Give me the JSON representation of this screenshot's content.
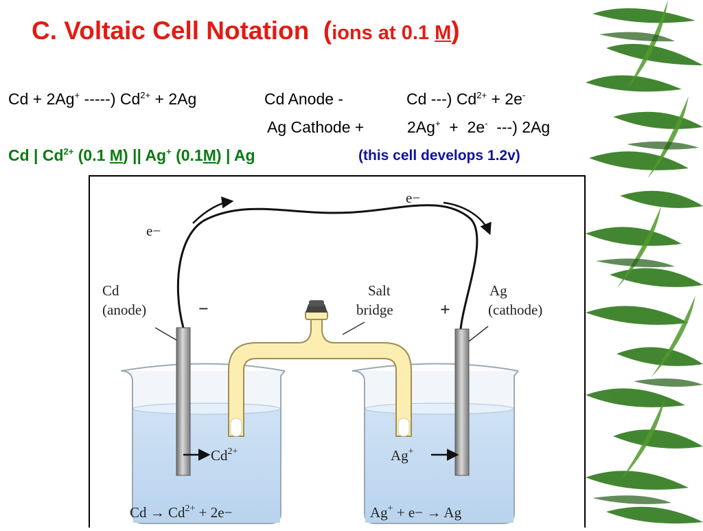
{
  "title": {
    "main": "C. Voltaic Cell Notation",
    "paren_open": "(",
    "paren_text": "ions at 0.1",
    "unit": "M",
    "paren_close": ")"
  },
  "line1": {
    "left": {
      "a": "Cd + 2Ag",
      "a_sup": "+",
      "b": " -----) Cd",
      "b_sup": "2+",
      "c": " + 2Ag"
    },
    "anode_label": "Cd Anode -",
    "anode_eq": {
      "a": "Cd ---) Cd",
      "a_sup": "2+",
      "b": " + 2e",
      "b_sup": "-"
    }
  },
  "line2": {
    "cathode_label": "Ag Cathode +",
    "cathode_eq": {
      "a": "2Ag",
      "a_sup": "+",
      "b": "  +  2e",
      "b_sup": "-",
      "c": "  ---) 2Ag"
    }
  },
  "line3": {
    "notation": {
      "a": "Cd | Cd",
      "a_sup": "2+",
      "b": " (0.1 ",
      "b_unit": "M",
      "c": ") || Ag",
      "c_sup": "+",
      "d": " (0.1",
      "d_unit": "M",
      "e": ") | Ag"
    },
    "note": "(this cell develops 1.2v)"
  },
  "diagram": {
    "e_left": "e−",
    "e_right": "e−",
    "cd_label": "Cd",
    "anode_label": "(anode)",
    "minus_sign": "−",
    "salt_label": "Salt",
    "bridge_label": "bridge",
    "plus_sign": "+",
    "ag_label": "Ag",
    "cathode_label": "(cathode)",
    "cd_ion": "Cd",
    "cd_ion_charge": "2+",
    "ag_ion": "Ag",
    "ag_ion_charge": "+",
    "eq_left": {
      "a": "Cd → Cd",
      "sup": "2+",
      "b": " + 2e−"
    },
    "eq_right": {
      "a": "Ag",
      "sup": "+",
      "b": " + e− → Ag"
    }
  },
  "colors": {
    "title_red": "#e31b12",
    "notation_green": "#0a7a12",
    "note_blue": "#10129b",
    "bridge_yellow": "#fbeeb0",
    "solution_blue": "#d6e6f5",
    "bamboo_green": "#2f7a1c"
  }
}
